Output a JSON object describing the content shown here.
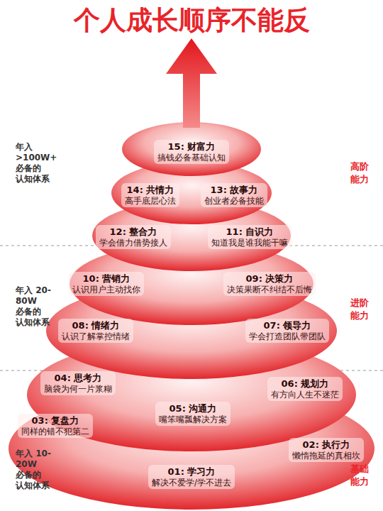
{
  "diagram": {
    "title": "个人成长顺序不能反",
    "nodes": [
      {
        "text": [
          "15: 财富力",
          "搞钱必备基础认知"
        ]
      },
      {
        "text": [
          "14: 共情力",
          "高手底层心法"
        ]
      },
      {
        "text": [
          "13: 故事力",
          "创业者必备技能"
        ]
      },
      {
        "text": [
          "12: 整合力",
          "学会借力借势接人"
        ]
      },
      {
        "text": [
          "11: 自识力",
          "知道我是谁我能干嘛"
        ]
      },
      {
        "text": [
          "10: 营销力",
          "认识用户主动找你"
        ]
      },
      {
        "text": [
          "09: 决策力",
          "决策果断不纠结不后悔"
        ]
      },
      {
        "text": [
          "08: 情绪力",
          "认识了解掌控情绪"
        ]
      },
      {
        "text": [
          "07: 领导力",
          "学会打造团队带团队"
        ]
      },
      {
        "text": [
          "04: 思考力",
          "脑袋为何一片浆糊"
        ]
      },
      {
        "text": [
          "05: 沟通力",
          "嘴笨嘴瓢解决方案"
        ]
      },
      {
        "text": [
          "06: 规划力",
          "有方向人生不迷茫"
        ]
      },
      {
        "text": [
          "03: 复盘力",
          "同样的错不犯第二"
        ]
      },
      {
        "text": [
          "02: 执行力",
          "懒惰拖延的真相坎"
        ]
      },
      {
        "text": [
          "01: 学习力",
          "解决不爱学/学不进去"
        ]
      }
    ],
    "labels": [
      "年入 >100W+ 必备的 认知体系",
      "高阶 能力",
      "年入 20-80W 必备的 认知体系",
      "进阶 能力",
      "年入 10-20W 必备的 认知体系",
      "基础 能力"
    ]
  }
}
